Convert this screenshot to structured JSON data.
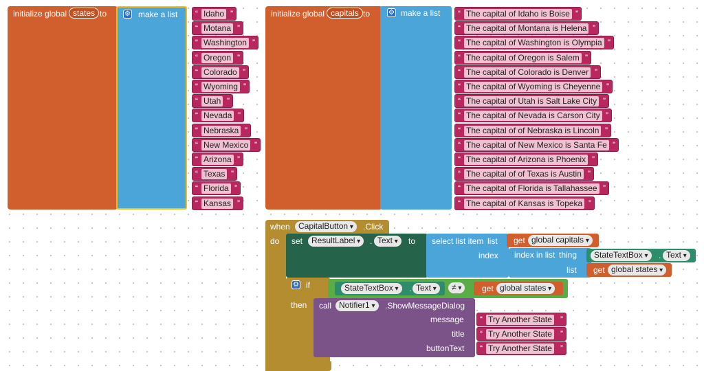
{
  "block1": {
    "init_label": "initialize global",
    "var_name": "states",
    "to_label": "to",
    "list_label": "make a list",
    "items": [
      "Idaho",
      "Motana",
      "Washington",
      "Oregon",
      "Colorado",
      "Wyoming",
      "Utah",
      "Nevada",
      "Nebraska",
      "New Mexico",
      "Arizona",
      "Texas",
      "Florida",
      "Kansas"
    ]
  },
  "block2": {
    "init_label": "initialize global",
    "var_name": "capitals",
    "to_label": "to",
    "list_label": "make a list",
    "items": [
      "The capital of Idaho is Boise",
      "The capital of Montana is Helena",
      "The capital of Washington is Olympia",
      "The capital of Oregon is Salem",
      "The capital of Colorado is Denver",
      "The capital of Wyoming is Cheyenne",
      "The capital of Utah is Salt Lake City",
      "The capital of Nevada is Carson City",
      "The capital of of Nebraska is Lincoln",
      "The capital of New Mexico is Santa Fe",
      "The capital of Arizona is Phoenix",
      "The capital of of Texas is Austin",
      "The capital of Florida is Tallahassee",
      "The capital of Kansas is Topeka"
    ]
  },
  "event": {
    "when_label": "when",
    "component": "CapitalButton",
    "event_name": ".Click",
    "do_label": "do",
    "set_label": "set",
    "set_component": "ResultLabel",
    "dot": ".",
    "set_property": "Text",
    "set_to_label": "to",
    "select_label": "select list item",
    "list_label": "list",
    "get_label": "get",
    "global_capitals": "global capitals",
    "index_label": "index",
    "index_in_list_label": "index in list",
    "thing_label": "thing",
    "textbox": "StateTextBox",
    "text_prop": "Text",
    "list_label2": "list",
    "global_states": "global states",
    "if_label": "if",
    "neq": "≠",
    "then_label": "then",
    "call_label": "call",
    "notifier": "Notifier1",
    "method": ".ShowMessageDialog",
    "message_label": "message",
    "title_label": "title",
    "button_text_label": "buttonText",
    "message_value": "Try Another State",
    "title_value": "Try Another State",
    "button_text_value": "Try Another State"
  },
  "colors": {
    "variables": "#d05f2d",
    "lists": "#4ca5d9",
    "text": "#b8285e",
    "control": "#b38d2f",
    "component_setter": "#25634a",
    "procedure_call": "#7c5389",
    "logic": "#5aac46"
  }
}
